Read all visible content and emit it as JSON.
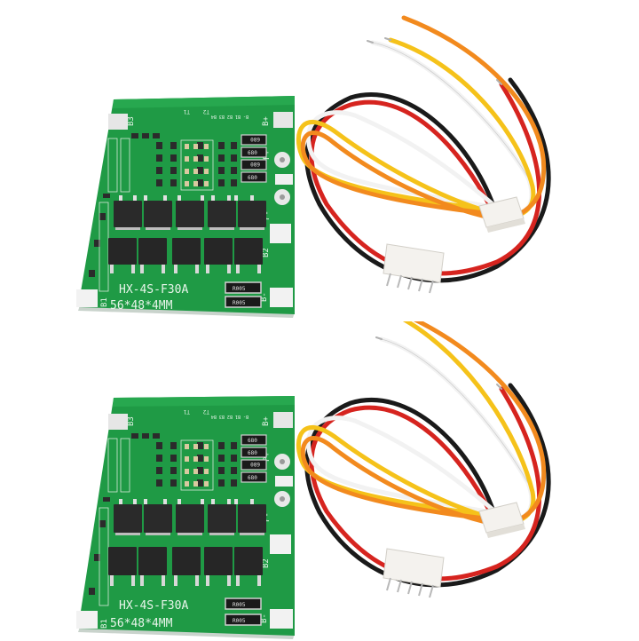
{
  "scene": {
    "description": "Two identical 4S 30A lithium battery BMS protection boards, each with a 5-pin JST-style balance wire harness",
    "background": "#ffffff"
  },
  "products": [
    {
      "board": {
        "model": "HX-4S-F30A",
        "dimensions": "56*48*4MM",
        "pcb_color": "#1f9a45",
        "pads": {
          "b1": "B1",
          "b2": "B2",
          "b3": "B3",
          "b_plus": "B+",
          "b_minus": "B-",
          "p_plus": "P+",
          "p_minus": "P-"
        },
        "header_labels": {
          "t1": "T1",
          "t2": "T2",
          "pins": "B-  B1  B2  B3  B4"
        },
        "balance_resistors": [
          "680",
          "680",
          "680",
          "680"
        ],
        "shunt_resistors": [
          "R005",
          "R005"
        ],
        "mosfet_count": 10
      },
      "harness": {
        "wire_colors": [
          "#f28a1e",
          "#f5c21a",
          "#f4f4f4",
          "#d6241f",
          "#1a1a1a"
        ],
        "connectors": [
          "housing",
          "pin-header"
        ]
      }
    },
    {
      "board": {
        "model": "HX-4S-F30A",
        "dimensions": "56*48*4MM",
        "pcb_color": "#1f9a45",
        "pads": {
          "b1": "B1",
          "b2": "B2",
          "b3": "B3",
          "b_plus": "B+",
          "b_minus": "B-",
          "p_plus": "P+",
          "p_minus": "P-"
        },
        "header_labels": {
          "t1": "T1",
          "t2": "T2",
          "pins": "B-  B1  B2  B3  B4"
        },
        "balance_resistors": [
          "680",
          "680",
          "680",
          "680"
        ],
        "shunt_resistors": [
          "R005",
          "R005"
        ],
        "mosfet_count": 10
      },
      "harness": {
        "wire_colors": [
          "#f28a1e",
          "#f5c21a",
          "#f4f4f4",
          "#d6241f",
          "#1a1a1a"
        ],
        "connectors": [
          "housing",
          "pin-header"
        ]
      }
    }
  ]
}
